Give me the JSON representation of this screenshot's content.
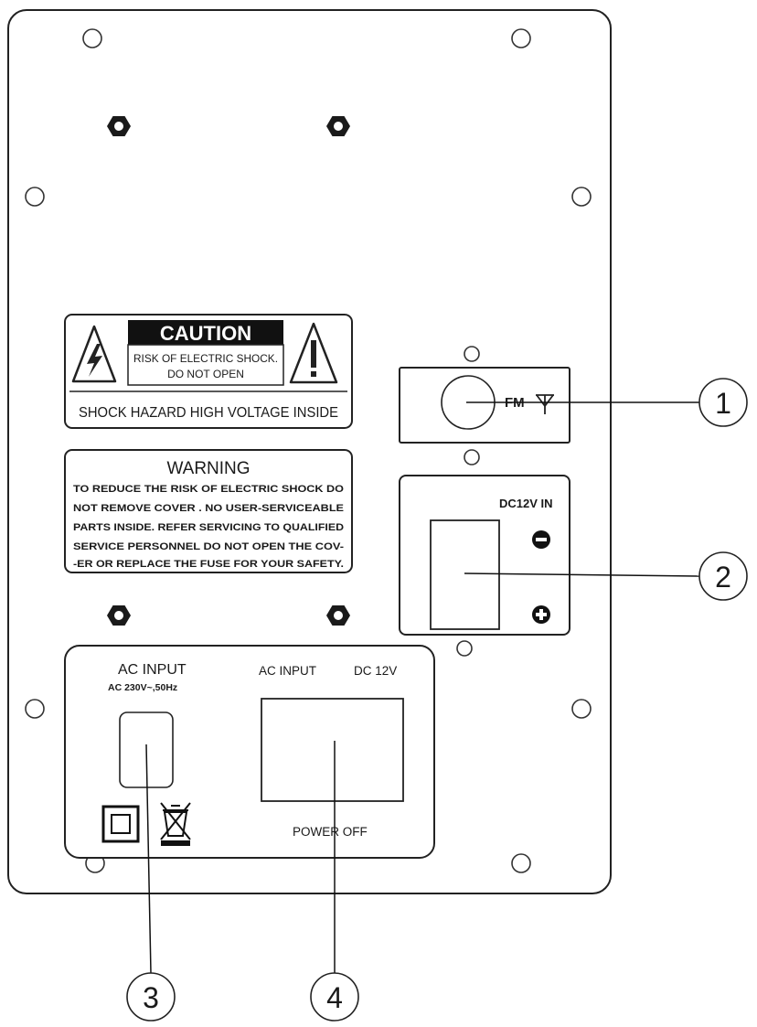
{
  "caution_label": {
    "title": "CAUTION",
    "line1": "RISK OF ELECTRIC SHOCK.",
    "line2": "DO NOT OPEN",
    "footer": "SHOCK HAZARD HIGH VOLTAGE INSIDE"
  },
  "warning_label": {
    "title": "WARNING",
    "lines": [
      "TO REDUCE THE RISK OF ELECTRIC SHOCK DO",
      "NOT REMOVE COVER . NO USER-SERVICEABLE",
      "PARTS INSIDE. REFER SERVICING TO QUALIFIED",
      "SERVICE PERSONNEL   DO NOT OPEN THE COV-",
      "-ER OR REPLACE THE FUSE FOR YOUR SAFETY."
    ]
  },
  "fm_panel": {
    "label": "FM"
  },
  "dc_panel": {
    "label": "DC12V IN",
    "minus": "−",
    "plus": "+"
  },
  "ac_panel": {
    "left_title": "AC  INPUT",
    "left_rating": "AC 230V~,50Hz",
    "switch_left": "AC INPUT",
    "switch_right": "DC 12V",
    "switch_bottom": "POWER OFF"
  },
  "callouts": [
    "1",
    "2",
    "3",
    "4"
  ]
}
